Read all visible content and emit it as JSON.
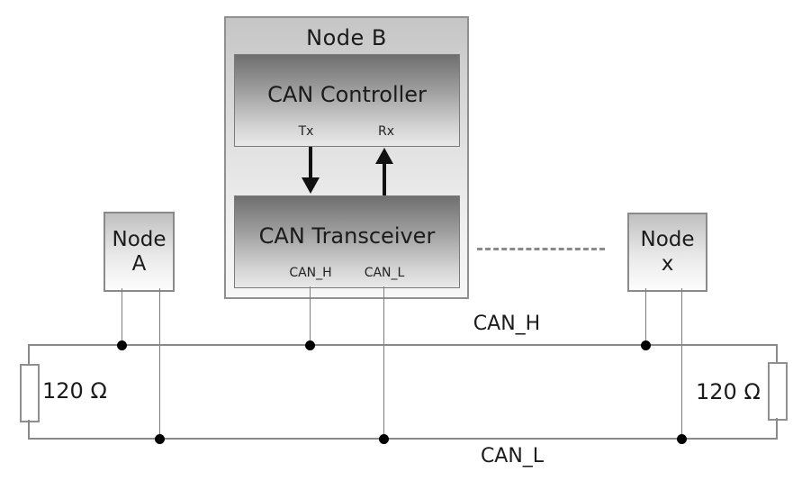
{
  "node_b": {
    "title": "Node B",
    "controller": {
      "label": "CAN Controller",
      "tx_pin": "Tx",
      "rx_pin": "Rx"
    },
    "transceiver": {
      "label": "CAN Transceiver",
      "can_h_pin": "CAN_H",
      "can_l_pin": "CAN_L"
    }
  },
  "node_a": {
    "name_line1": "Node",
    "name_line2": "A"
  },
  "node_x": {
    "name_line1": "Node",
    "name_line2": "x"
  },
  "bus": {
    "can_h_label": "CAN_H",
    "can_l_label": "CAN_L"
  },
  "terminations": {
    "left_label": "120 Ω",
    "right_label": "120 Ω"
  },
  "colors": {
    "wire": "#8a8a8a",
    "junction_dot": "#000000",
    "arrow": "#111111",
    "box_border": "#909090",
    "inner_box_gradient_top": "#6f6f6f",
    "inner_box_gradient_bottom": "#e8e8e8",
    "outer_box_gradient_top": "#c5c5c5",
    "outer_box_gradient_bottom": "#f7f7f7"
  }
}
